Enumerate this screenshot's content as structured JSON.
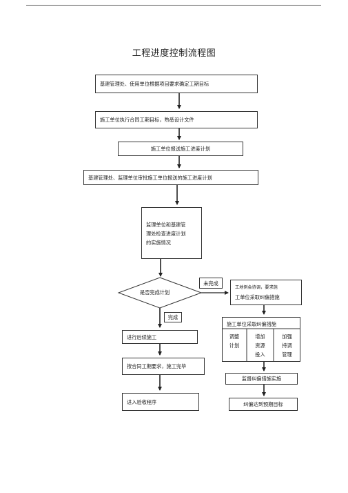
{
  "title": "工程进度控制流程图",
  "steps": {
    "s1": "基建管理处、使用单位根据项目要求确定工期目标",
    "s2": "施工单位执行合同工期目标，熟悉设计文件",
    "s3": "施工单位报送施工进度计划",
    "s4": "基建管理处、监理单位审批施工单位报送的施工进度计划",
    "s5_line1": "监理单位和基建管",
    "s5_line2": "理处检查进度计划",
    "s5_line3": "的实施情况",
    "decision": "是否完成计划",
    "label_no": "未完成",
    "label_yes": "完成",
    "left1": "进行后续施工",
    "left2": "按合同工期要求，施工完毕",
    "left3": "进入验收程序",
    "right1_top": "工地例会协调，要求施",
    "right1_bottom": "工单位采取纠偏措施",
    "right2_header": "施工单位采取纠偏措施",
    "right2_col1_a": "调整",
    "right2_col1_b": "计划",
    "right2_col2_a": "增加",
    "right2_col2_b": "资源",
    "right2_col2_c": "投入",
    "right2_col3_a": "加强",
    "right2_col3_b": "持调",
    "right2_col3_c": "管理",
    "right3": "监督纠偏措施实施",
    "right4": "纠偏达到预期目标"
  }
}
